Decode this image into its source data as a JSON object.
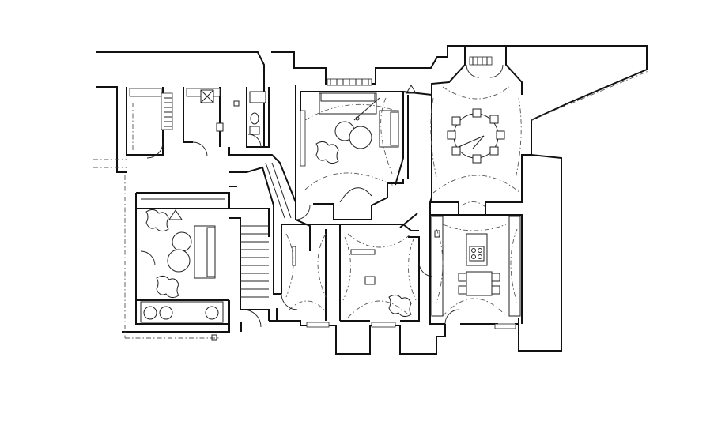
{
  "plan": {
    "kind": "architectural floor plan",
    "line_color": "#111111",
    "background": "#ffffff",
    "rooms": [
      {
        "id": "sitting-room-west"
      },
      {
        "id": "utility-rooms"
      },
      {
        "id": "wc"
      },
      {
        "id": "living-room"
      },
      {
        "id": "dining-room-bay"
      },
      {
        "id": "stair-hall"
      },
      {
        "id": "hall-south"
      },
      {
        "id": "study"
      },
      {
        "id": "kitchen"
      }
    ],
    "labels": []
  }
}
